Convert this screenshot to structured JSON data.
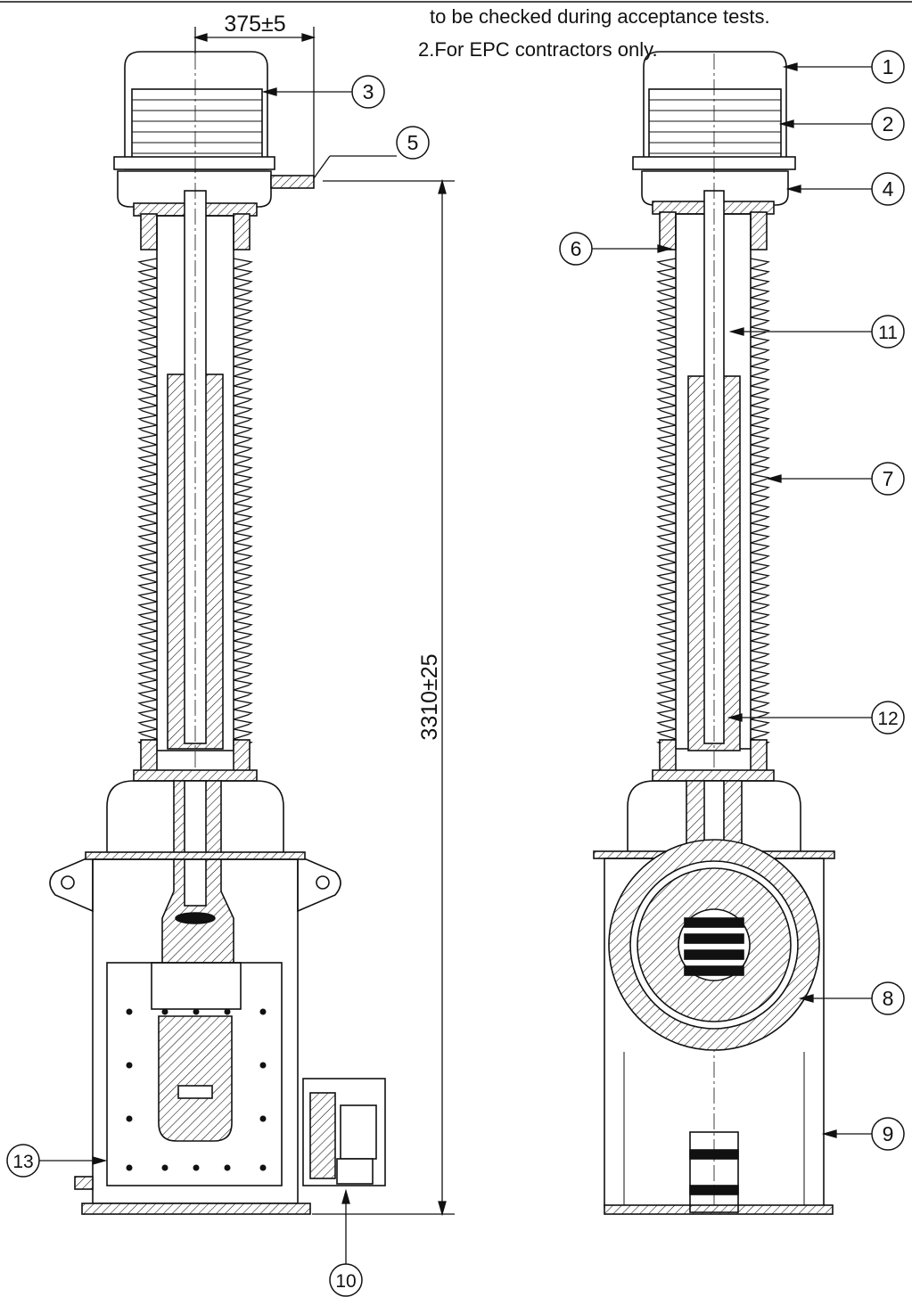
{
  "notes": {
    "line1": "to be checked during acceptance tests.",
    "line2": "2.For EPC contractors only."
  },
  "dimensions": {
    "width": "375±5",
    "height": "3310±25"
  },
  "callouts": {
    "c1": "1",
    "c2": "2",
    "c3": "3",
    "c4": "4",
    "c5": "5",
    "c6": "6",
    "c7": "7",
    "c8": "8",
    "c9": "9",
    "c10": "10",
    "c11": "11",
    "c12": "12",
    "c13": "13"
  },
  "colors": {
    "line": "#111111",
    "paper": "#ffffff"
  }
}
